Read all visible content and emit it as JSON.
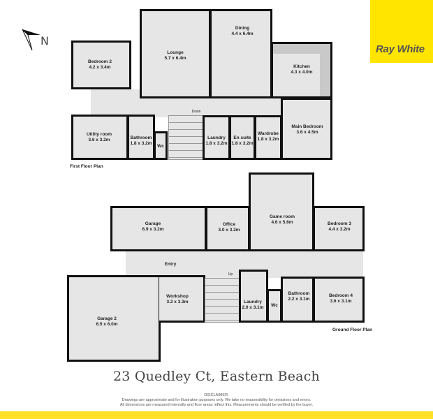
{
  "brand": {
    "name": "Ray White",
    "color": "#ffe500",
    "text_color": "#555555"
  },
  "compass": {
    "label": "N"
  },
  "first_floor": {
    "caption": "First Floor Plan",
    "stair_label": "Down",
    "rooms": [
      {
        "name": "Bedroom 2",
        "size": "4.2 x 3.4m"
      },
      {
        "name": "Lounge",
        "size": "5.7 x 6.4m"
      },
      {
        "name": "Dining",
        "size": "4.4 x 6.4m"
      },
      {
        "name": "Kitchen",
        "size": "4.3 x 4.0m"
      },
      {
        "name": "Utility room",
        "size": "3.6 x 3.2m"
      },
      {
        "name": "Bathroom",
        "size": "1.8 x 3.2m"
      },
      {
        "name": "Wc",
        "size": ""
      },
      {
        "name": "Laundry",
        "size": "1.8 x 3.2m"
      },
      {
        "name": "En suite",
        "size": "1.8 x 3.2m"
      },
      {
        "name": "Wardrobe",
        "size": "1.8 x 3.2m"
      },
      {
        "name": "Main Bedroom",
        "size": "3.6 x 4.5m"
      }
    ]
  },
  "ground_floor": {
    "caption": "Ground Floor Plan",
    "stair_label": "Up",
    "rooms": [
      {
        "name": "Garage",
        "size": "6.9 x 3.2m"
      },
      {
        "name": "Office",
        "size": "3.0 x 3.2m"
      },
      {
        "name": "Game room",
        "size": "4.6 x 5.6m"
      },
      {
        "name": "Bedroom 3",
        "size": "4.4 x 3.2m"
      },
      {
        "name": "Entry",
        "size": ""
      },
      {
        "name": "Workshop",
        "size": "3.2 x 3.3m"
      },
      {
        "name": "Garage 2",
        "size": "6.5 x 6.0m"
      },
      {
        "name": "Laundry",
        "size": "2.0 x 3.1m"
      },
      {
        "name": "Wc",
        "size": ""
      },
      {
        "name": "Bathroom",
        "size": "2.2 x 3.1m"
      },
      {
        "name": "Bedroom 4",
        "size": "3.6 x 3.1m"
      }
    ]
  },
  "address": "23 Quedley Ct, Eastern Beach",
  "disclaimer": {
    "heading": "DISCLAIMER:",
    "line1": "Drawings are approximate and for illustration purposes only. We take no responsibility for omissions and errors.",
    "line2": "All dimensions are measured internally and floor areas reflect this. Measurements should be verified by the buyer."
  }
}
